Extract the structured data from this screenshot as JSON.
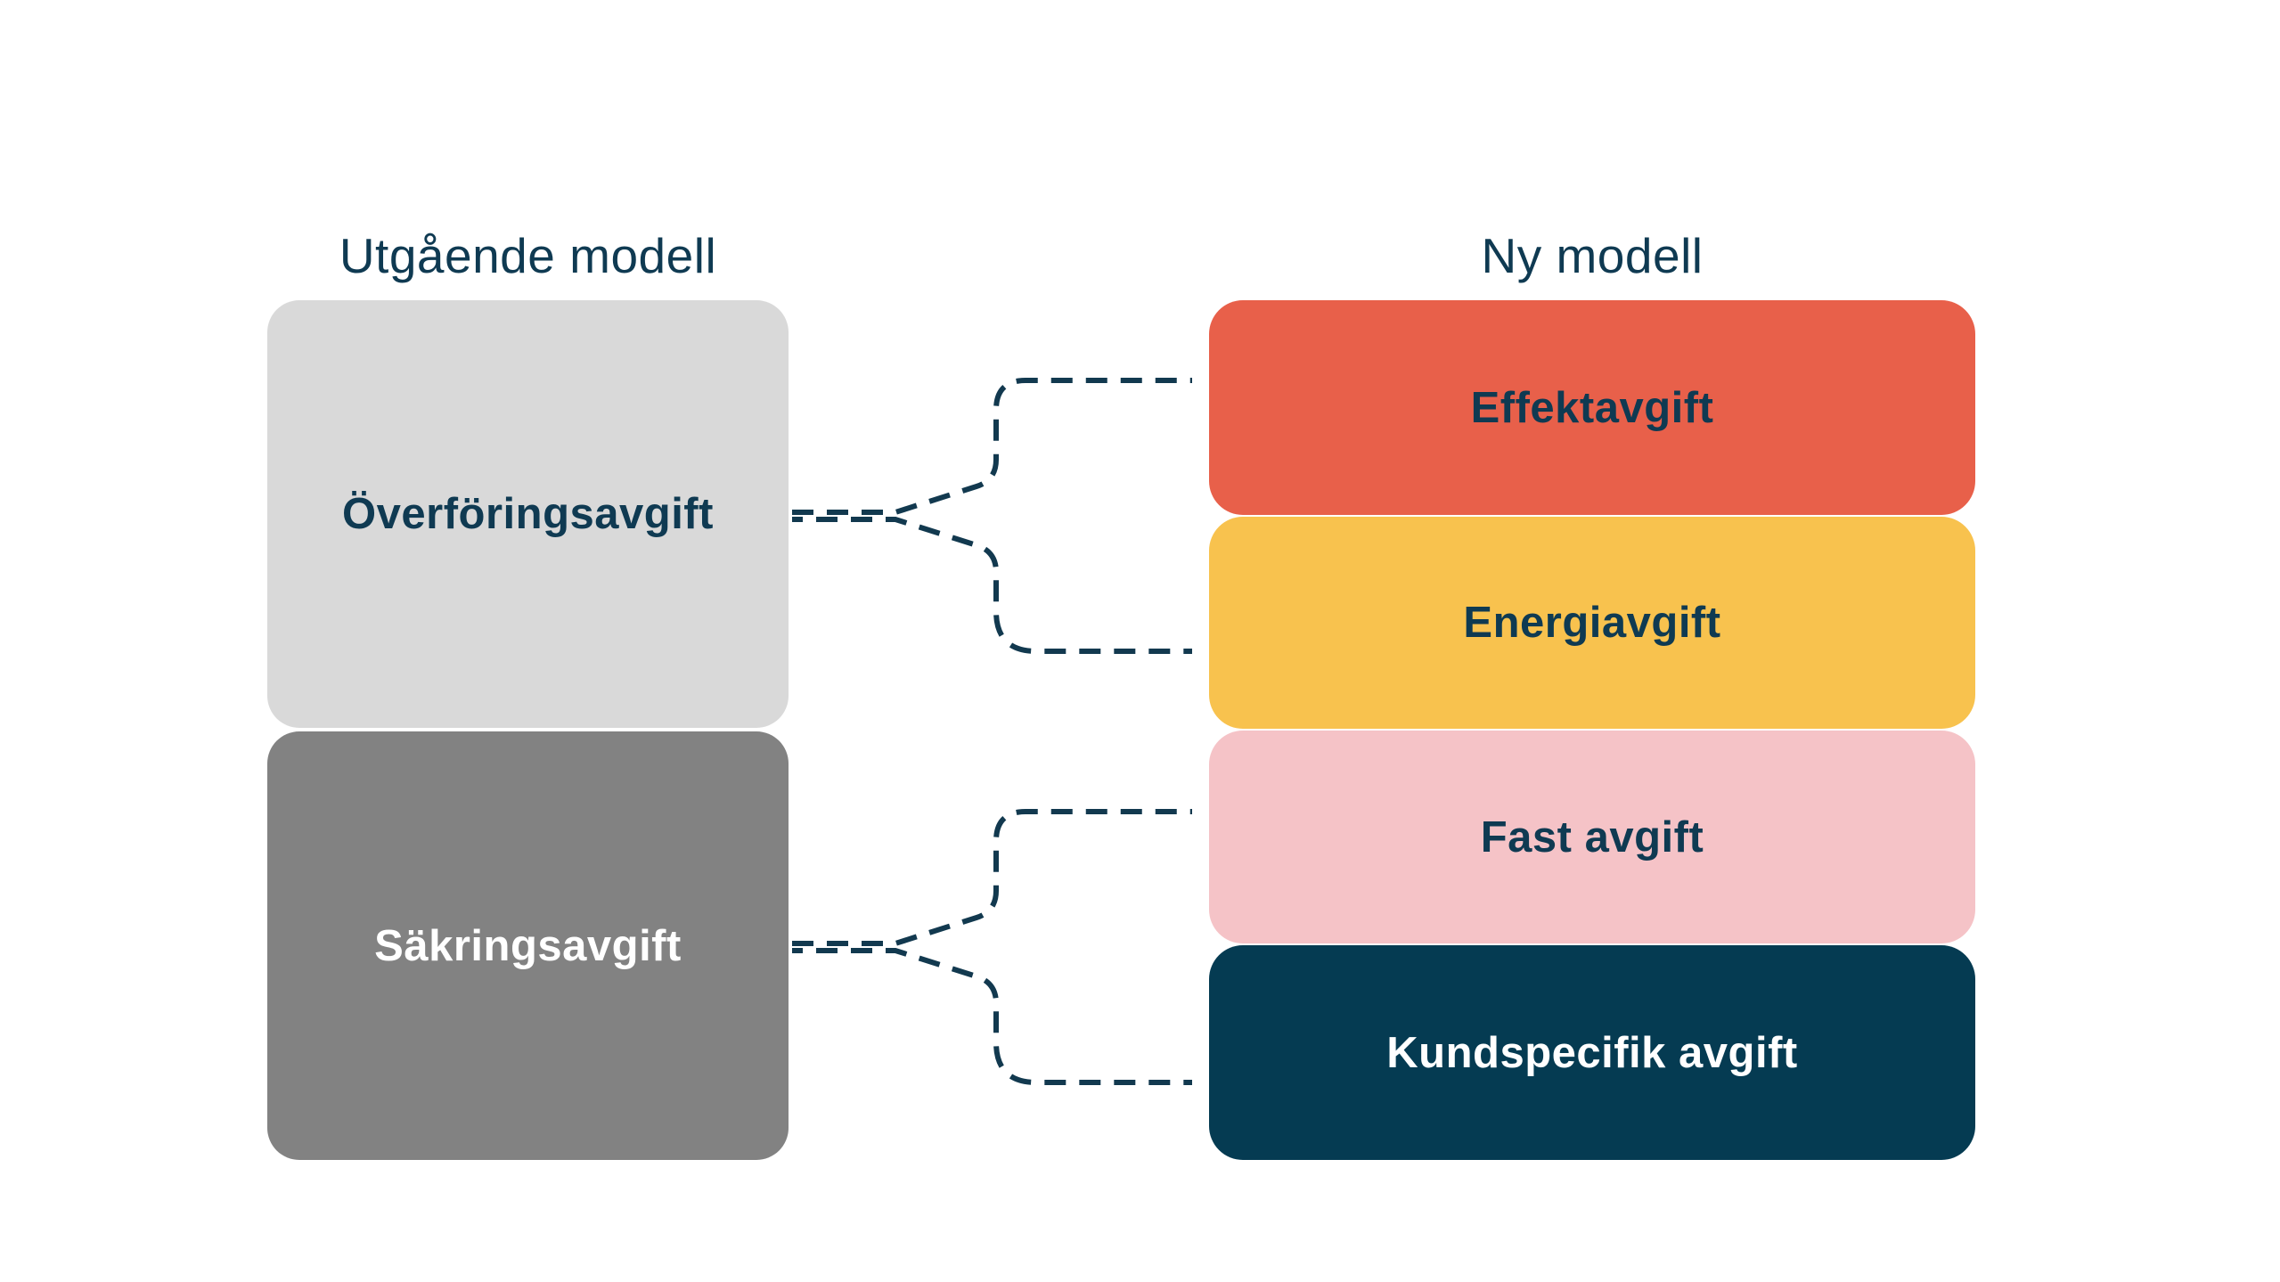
{
  "diagram": {
    "old_model": {
      "title": "Utgående modell",
      "items": [
        {
          "label": "Överföringsavgift",
          "color": "#D9D9D9",
          "text_color": "#0F3A52"
        },
        {
          "label": "Säkringsavgift",
          "color": "#828282",
          "text_color": "#FFFFFF"
        }
      ]
    },
    "new_model": {
      "title": "Ny modell",
      "items": [
        {
          "label": "Effektavgift",
          "color": "#E8604A",
          "text_color": "#0F3A52"
        },
        {
          "label": "Energiavgift",
          "color": "#F8C24E",
          "text_color": "#0F3A52"
        },
        {
          "label": "Fast avgift",
          "color": "#F5C3C7",
          "text_color": "#0F3A52"
        },
        {
          "label": "Kundspecifik avgift",
          "color": "#053B52",
          "text_color": "#FFFFFF"
        }
      ]
    },
    "connections": [
      {
        "from": "Överföringsavgift",
        "to": [
          "Effektavgift",
          "Energiavgift"
        ]
      },
      {
        "from": "Säkringsavgift",
        "to": [
          "Fast avgift",
          "Kundspecifik avgift"
        ]
      }
    ],
    "connector_color": "#12394F",
    "header_text_color": "#0F3A52",
    "background_color": "#FFFFFF"
  }
}
